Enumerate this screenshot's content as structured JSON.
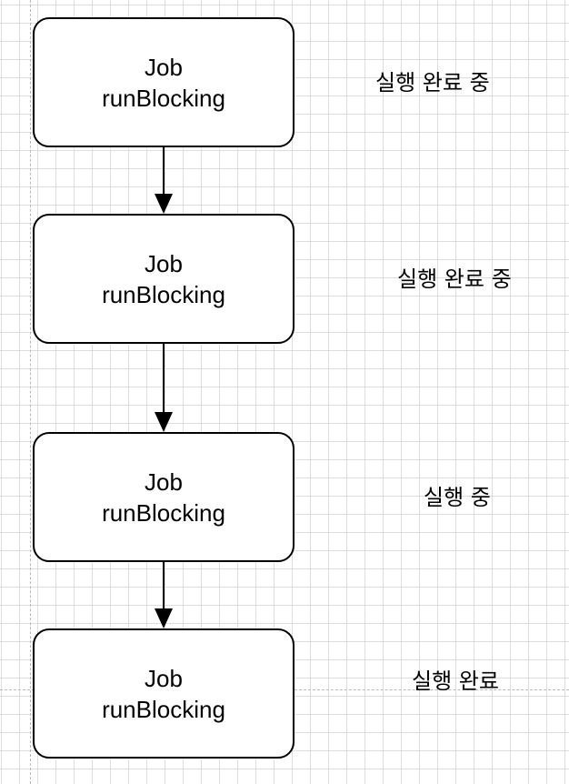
{
  "nodes": [
    {
      "line1": "Job",
      "line2": "runBlocking"
    },
    {
      "line1": "Job",
      "line2": "runBlocking"
    },
    {
      "line1": "Job",
      "line2": "runBlocking"
    },
    {
      "line1": "Job",
      "line2": "runBlocking"
    }
  ],
  "statuses": [
    "실행 완료 중",
    "실행 완료 중",
    "실행 중",
    "실행 완료"
  ]
}
